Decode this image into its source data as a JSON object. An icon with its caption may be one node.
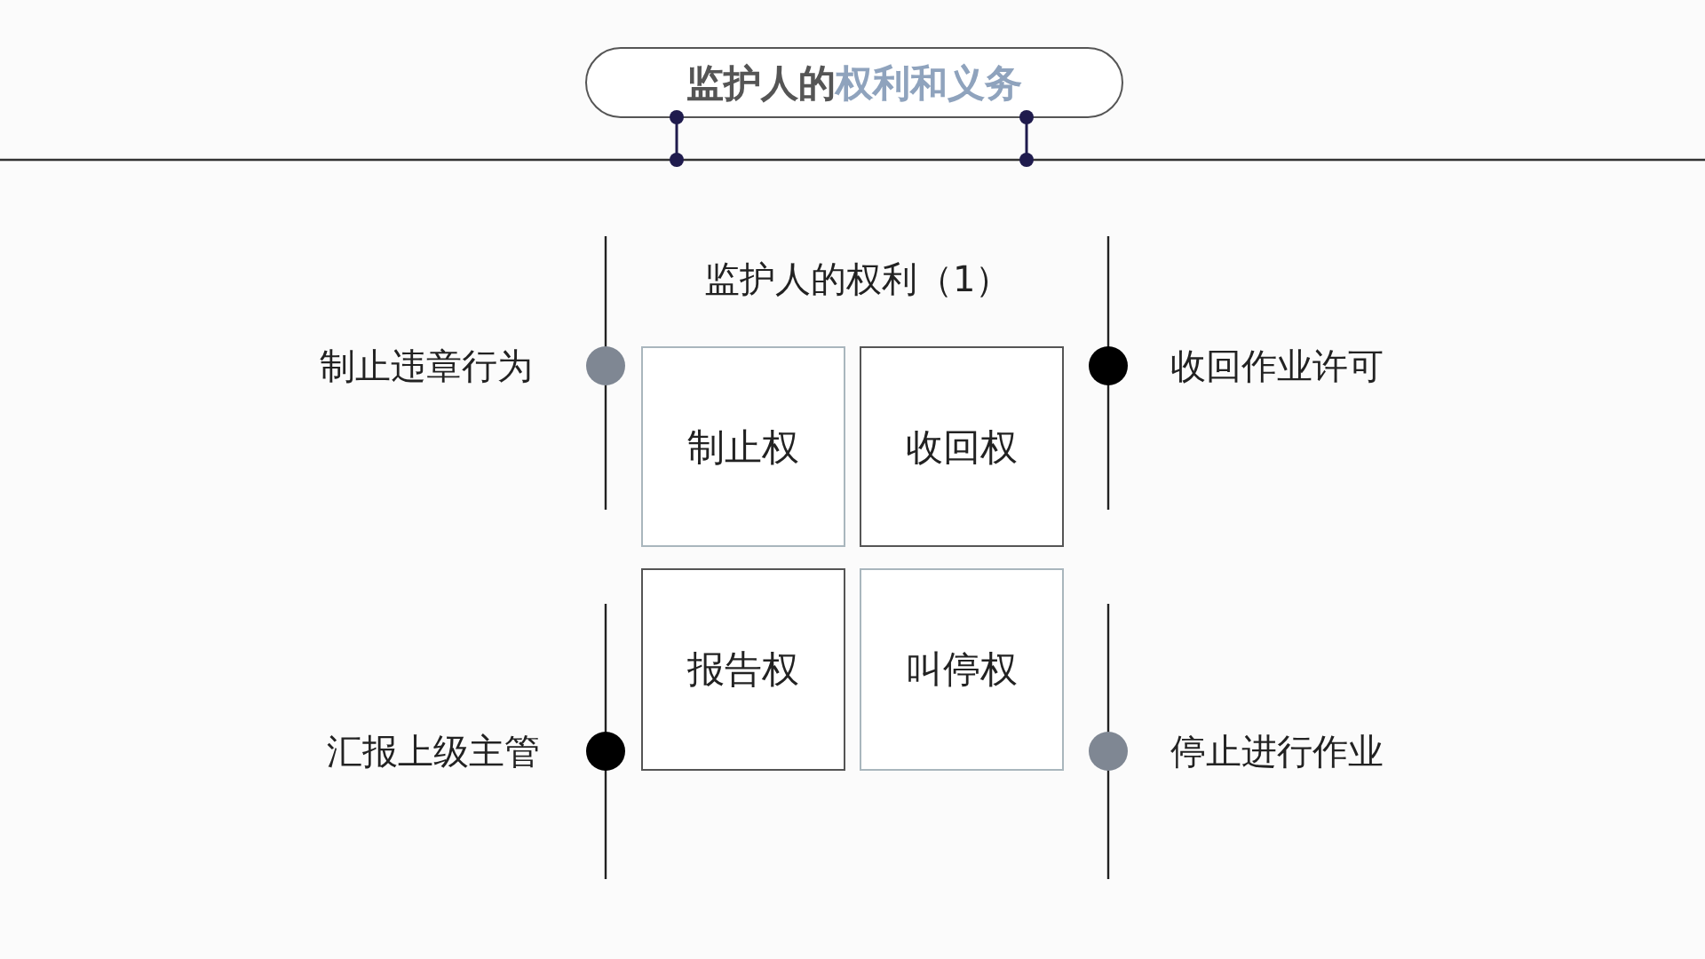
{
  "diagram": {
    "title": "监护人的权利和义务",
    "nodes": [
      {
        "text": [
          "制止权"
        ]
      },
      {
        "text": [
          "收回权"
        ]
      },
      {
        "text": [
          "报告权"
        ]
      },
      {
        "text": [
          "叫停权"
        ]
      }
    ],
    "labels": [
      "监护人的权利（1）",
      "制止违章行为",
      "收回作业许可",
      "汇报上级主管",
      "停止进行作业"
    ]
  }
}
